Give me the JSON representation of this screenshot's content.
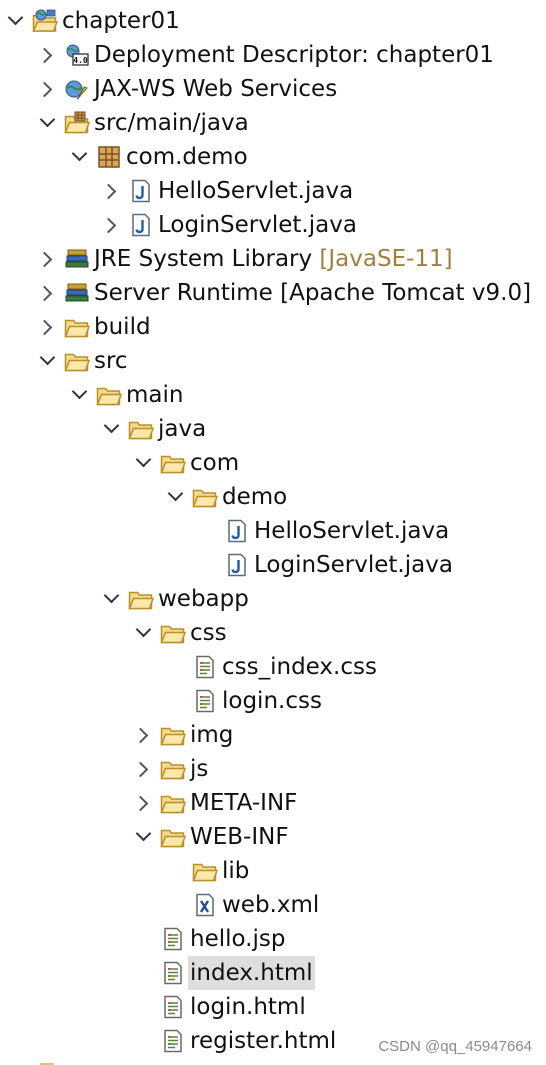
{
  "tree": [
    {
      "label": "chapter01",
      "level": 0,
      "state": "expanded",
      "icon": "web-project-icon"
    },
    {
      "label": "Deployment Descriptor: chapter01",
      "level": 1,
      "state": "collapsed",
      "icon": "deployment-descriptor-icon"
    },
    {
      "label": "JAX-WS Web Services",
      "level": 1,
      "state": "collapsed",
      "icon": "web-services-icon"
    },
    {
      "label": "src/main/java",
      "level": 1,
      "state": "expanded",
      "icon": "source-folder-icon"
    },
    {
      "label": "com.demo",
      "level": 2,
      "state": "expanded",
      "icon": "package-icon"
    },
    {
      "label": "HelloServlet.java",
      "level": 3,
      "state": "collapsed",
      "icon": "java-file-icon"
    },
    {
      "label": "LoginServlet.java",
      "level": 3,
      "state": "collapsed",
      "icon": "java-file-icon"
    },
    {
      "label": "JRE System Library",
      "decoration": "[JavaSE-11]",
      "level": 1,
      "state": "collapsed",
      "icon": "library-icon"
    },
    {
      "label": "Server Runtime [Apache Tomcat v9.0]",
      "level": 1,
      "state": "collapsed",
      "icon": "library-icon"
    },
    {
      "label": "build",
      "level": 1,
      "state": "collapsed",
      "icon": "folder-icon"
    },
    {
      "label": "src",
      "level": 1,
      "state": "expanded",
      "icon": "folder-icon"
    },
    {
      "label": "main",
      "level": 2,
      "state": "expanded",
      "icon": "folder-icon"
    },
    {
      "label": "java",
      "level": 3,
      "state": "expanded",
      "icon": "folder-icon"
    },
    {
      "label": "com",
      "level": 4,
      "state": "expanded",
      "icon": "folder-icon"
    },
    {
      "label": "demo",
      "level": 5,
      "state": "expanded",
      "icon": "folder-icon"
    },
    {
      "label": "HelloServlet.java",
      "level": 6,
      "state": "none",
      "icon": "java-file-icon"
    },
    {
      "label": "LoginServlet.java",
      "level": 6,
      "state": "none",
      "icon": "java-file-icon"
    },
    {
      "label": "webapp",
      "level": 3,
      "state": "expanded",
      "icon": "folder-icon"
    },
    {
      "label": "css",
      "level": 4,
      "state": "expanded",
      "icon": "folder-icon"
    },
    {
      "label": "css_index.css",
      "level": 5,
      "state": "none",
      "icon": "text-file-icon"
    },
    {
      "label": "login.css",
      "level": 5,
      "state": "none",
      "icon": "text-file-icon"
    },
    {
      "label": "img",
      "level": 4,
      "state": "collapsed",
      "icon": "folder-icon"
    },
    {
      "label": "js",
      "level": 4,
      "state": "collapsed",
      "icon": "folder-icon"
    },
    {
      "label": "META-INF",
      "level": 4,
      "state": "collapsed",
      "icon": "folder-icon"
    },
    {
      "label": "WEB-INF",
      "level": 4,
      "state": "expanded",
      "icon": "folder-icon"
    },
    {
      "label": "lib",
      "level": 5,
      "state": "none",
      "icon": "folder-icon"
    },
    {
      "label": "web.xml",
      "level": 5,
      "state": "none",
      "icon": "xml-file-icon"
    },
    {
      "label": "hello.jsp",
      "level": 4,
      "state": "none",
      "icon": "text-file-icon"
    },
    {
      "label": "index.html",
      "level": 4,
      "state": "none",
      "icon": "text-file-icon",
      "selected": true
    },
    {
      "label": "login.html",
      "level": 4,
      "state": "none",
      "icon": "text-file-icon"
    },
    {
      "label": "register.html",
      "level": 4,
      "state": "none",
      "icon": "text-file-icon"
    }
  ],
  "watermark": "CSDN @qq_45947664",
  "colors": {
    "folder_fill": "#f5d98a",
    "folder_stroke": "#b8902e",
    "java_blue": "#1f5fa8",
    "selection": "#dedede",
    "decoration": "#a08040"
  }
}
